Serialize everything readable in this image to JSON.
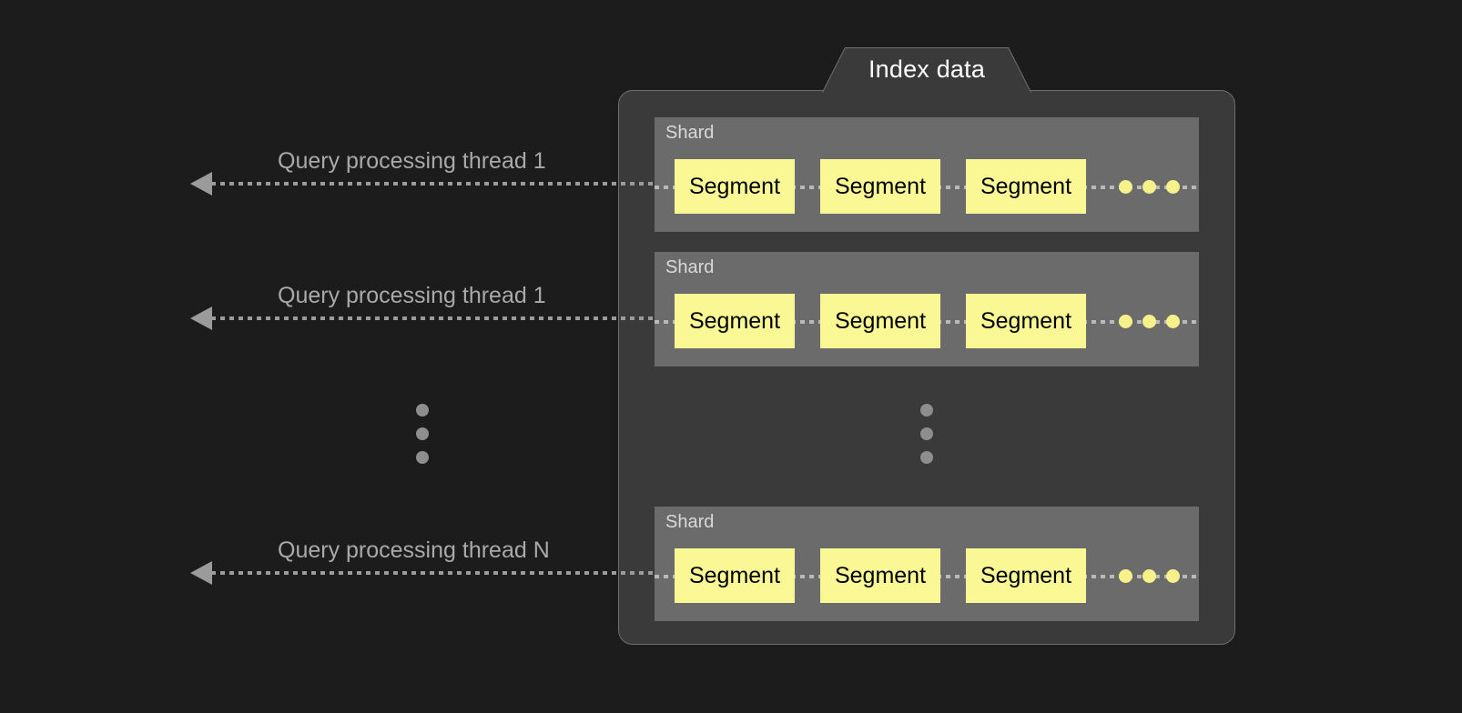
{
  "diagram": {
    "title": "Index data",
    "background_color": "#1c1c1c",
    "container_color": "#3a3a3a",
    "shard_color": "#6b6b6b",
    "segment_color": "#faf894",
    "accent_color": "#f6f18a"
  },
  "threads": [
    {
      "label": "Query processing thread 1"
    },
    {
      "label": "Query processing thread 1"
    },
    {
      "label": "Query processing thread N"
    }
  ],
  "shards": [
    {
      "label": "Shard",
      "segments": [
        {
          "label": "Segment"
        },
        {
          "label": "Segment"
        },
        {
          "label": "Segment"
        }
      ],
      "continuation": "three-yellow-dots"
    },
    {
      "label": "Shard",
      "segments": [
        {
          "label": "Segment"
        },
        {
          "label": "Segment"
        },
        {
          "label": "Segment"
        }
      ],
      "continuation": "three-yellow-dots"
    },
    {
      "label": "Shard",
      "segments": [
        {
          "label": "Segment"
        },
        {
          "label": "Segment"
        },
        {
          "label": "Segment"
        }
      ],
      "continuation": "three-yellow-dots"
    }
  ],
  "ellipsis": {
    "threads_more": "vertical-ellipsis",
    "shards_more": "vertical-ellipsis"
  }
}
